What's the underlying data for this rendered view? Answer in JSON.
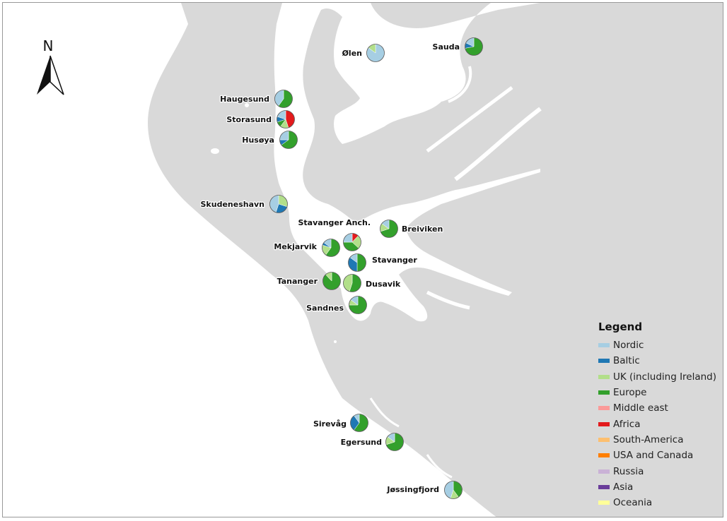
{
  "north_arrow": {
    "label": "N"
  },
  "legend": {
    "title": "Legend",
    "items": [
      {
        "label": "Nordic",
        "color": "#a6cee3"
      },
      {
        "label": "Baltic",
        "color": "#1f78b4"
      },
      {
        "label": "UK (including Ireland)",
        "color": "#b2df8a"
      },
      {
        "label": "Europe",
        "color": "#33a02c"
      },
      {
        "label": "Middle east",
        "color": "#fb9a99"
      },
      {
        "label": "Africa",
        "color": "#e31a1c"
      },
      {
        "label": "South-America",
        "color": "#fdbf6f"
      },
      {
        "label": "USA and Canada",
        "color": "#ff7f00"
      },
      {
        "label": "Russia",
        "color": "#cab2d6"
      },
      {
        "label": "Asia",
        "color": "#6a3d9a"
      },
      {
        "label": "Oceania",
        "color": "#ffff99"
      }
    ]
  },
  "colors": {
    "land": "#d9d9d9",
    "sea": "#ffffff"
  },
  "locations": [
    {
      "name": "Ølen",
      "values": {
        "Nordic": 0.85,
        "UK (including Ireland)": 0.15
      }
    },
    {
      "name": "Sauda",
      "values": {
        "Europe": 0.72,
        "Baltic": 0.1,
        "Nordic": 0.18
      }
    },
    {
      "name": "Haugesund",
      "values": {
        "Europe": 0.6,
        "Nordic": 0.4
      }
    },
    {
      "name": "Storasund",
      "values": {
        "Africa": 0.45,
        "UK (including Ireland)": 0.15,
        "Europe": 0.1,
        "Baltic": 0.1,
        "Nordic": 0.2
      }
    },
    {
      "name": "Husøya",
      "values": {
        "Europe": 0.65,
        "Baltic": 0.1,
        "Nordic": 0.25
      }
    },
    {
      "name": "Skudeneshavn",
      "values": {
        "UK (including Ireland)": 0.3,
        "Baltic": 0.25,
        "Nordic": 0.45
      }
    },
    {
      "name": "Breiviken",
      "values": {
        "Europe": 0.7,
        "UK (including Ireland)": 0.15,
        "Nordic": 0.15
      }
    },
    {
      "name": "Stavanger Anch.",
      "values": {
        "Africa": 0.12,
        "UK (including Ireland)": 0.25,
        "Europe": 0.38,
        "Nordic": 0.25
      }
    },
    {
      "name": "Mekjarvik",
      "values": {
        "Europe": 0.6,
        "UK (including Ireland)": 0.2,
        "Baltic": 0.05,
        "Nordic": 0.15
      }
    },
    {
      "name": "Stavanger",
      "values": {
        "Europe": 0.5,
        "Baltic": 0.35,
        "Nordic": 0.15
      }
    },
    {
      "name": "Tananger",
      "values": {
        "Europe": 0.88,
        "UK (including Ireland)": 0.12
      }
    },
    {
      "name": "Dusavik",
      "values": {
        "Europe": 0.55,
        "UK (including Ireland)": 0.45
      }
    },
    {
      "name": "Sandnes",
      "values": {
        "Europe": 0.75,
        "UK (including Ireland)": 0.1,
        "Nordic": 0.15
      }
    },
    {
      "name": "Sirevåg",
      "values": {
        "Europe": 0.6,
        "Baltic": 0.3,
        "Nordic": 0.1
      }
    },
    {
      "name": "Egersund",
      "values": {
        "Europe": 0.7,
        "UK (including Ireland)": 0.15,
        "Nordic": 0.15
      }
    },
    {
      "name": "Jøssingfjord",
      "values": {
        "Europe": 0.4,
        "UK (including Ireland)": 0.15,
        "Nordic": 0.45
      }
    }
  ]
}
